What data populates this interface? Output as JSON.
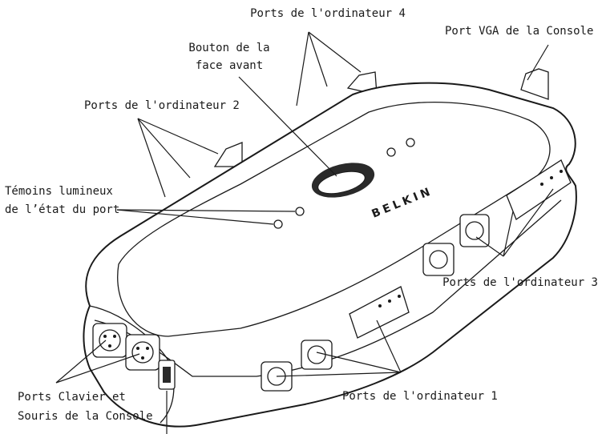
{
  "labels": {
    "computer_ports_4": "Ports de l'ordinateur 4",
    "console_vga_port": "Port VGA de la Console",
    "front_button_line1": "Bouton de la",
    "front_button_line2": "face avant",
    "computer_ports_2": "Ports de l'ordinateur 2",
    "status_led_line1": "Témoins lumineux",
    "status_led_line2": "de l’état du port",
    "computer_ports_3": "Ports de l'ordinateur 3",
    "console_kbd_mouse_line1": "Ports Clavier et",
    "console_kbd_mouse_line2": "Souris de la Console",
    "computer_ports_1": "Ports de l'ordinateur 1"
  },
  "brand": "BELKIN",
  "colors": {
    "ink": "#1a1a1a",
    "background": "#ffffff"
  }
}
